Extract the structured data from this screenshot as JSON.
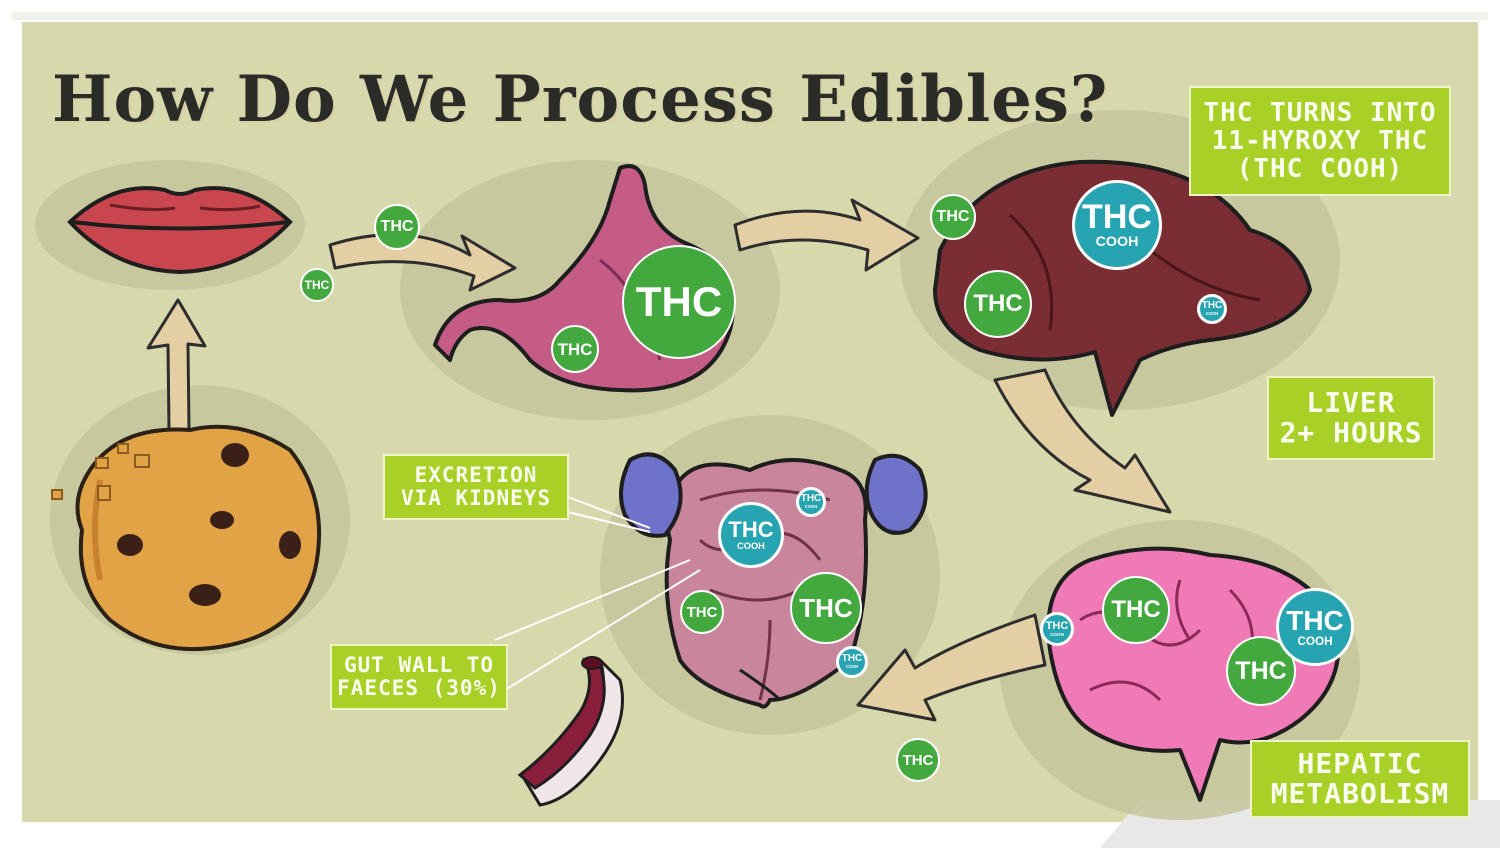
{
  "title": "How Do We Process Edibles?",
  "labels": {
    "thc_turns_into": [
      "THC TURNS INTO",
      "11-HYROXY THC",
      "(THC COOH)"
    ],
    "liver": [
      "LIVER",
      "2+ HOURS"
    ],
    "excretion": [
      "EXCRETION",
      "VIA KIDNEYS"
    ],
    "gut_wall": [
      "GUT WALL TO",
      "FAECES (30%)"
    ],
    "hepatic": [
      "HEPATIC",
      "METABOLISM"
    ]
  },
  "badges": {
    "thc": "THC",
    "cooh": "COOH"
  },
  "icons": [
    "lips-icon",
    "cookie-icon",
    "stomach-icon",
    "liver-icon",
    "intestines-icon",
    "kidney-icon",
    "brain-icon",
    "blood-vessel-icon"
  ],
  "colors": {
    "background": "#d8d8ad",
    "label_green": "#a9d026",
    "thc_green": "#43a93f",
    "cooh_teal": "#27a4b1",
    "lips": "#c9464e",
    "stomach": "#c45c86",
    "liver": "#7a2e34",
    "brain": "#f07ab5",
    "kidney": "#6f72c9",
    "cookie": "#e2a246",
    "vessel": "#8a1f3c"
  }
}
